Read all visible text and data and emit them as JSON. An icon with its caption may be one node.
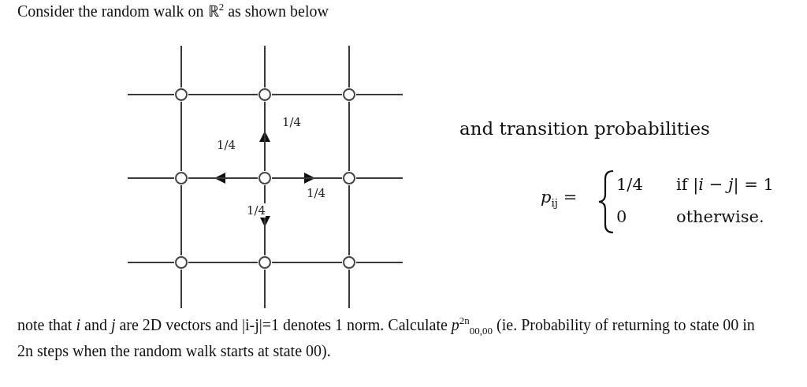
{
  "diagram": {
    "title": "Consider the random walk on ℝ$^{2}$ as shown below",
    "nodes": [
      {
        "text": [],
        "shape": "circle"
      },
      {
        "text": [],
        "shape": "circle"
      },
      {
        "text": [],
        "shape": "circle"
      },
      {
        "text": [],
        "shape": "circle"
      },
      {
        "text": [],
        "shape": "circle"
      },
      {
        "text": [],
        "shape": "circle"
      },
      {
        "text": [],
        "shape": "circle"
      },
      {
        "text": [],
        "shape": "circle"
      },
      {
        "text": [],
        "shape": "circle"
      }
    ],
    "edges": [
      {
        "from": 4,
        "to": null,
        "arrow": "to",
        "label": "1/4"
      },
      {
        "from": 4,
        "to": null,
        "arrow": "to",
        "label": "1/4"
      },
      {
        "from": 4,
        "to": null,
        "arrow": "to",
        "label": "1/4"
      },
      {
        "from": 4,
        "to": null,
        "arrow": "to",
        "label": "1/4"
      },
      {
        "from": 0,
        "to": 1,
        "arrow": "none"
      },
      {
        "from": 1,
        "to": 2,
        "arrow": "none"
      },
      {
        "from": 0,
        "to": 3,
        "arrow": "none"
      },
      {
        "from": 1,
        "to": 4,
        "arrow": "none"
      },
      {
        "from": 2,
        "to": 5,
        "arrow": "none"
      },
      {
        "from": 3,
        "to": 6,
        "arrow": "none"
      },
      {
        "from": 4,
        "to": 7,
        "arrow": "none"
      },
      {
        "from": 5,
        "to": 8,
        "arrow": "none"
      },
      {
        "from": 6,
        "to": 7,
        "arrow": "none"
      },
      {
        "from": 7,
        "to": 8,
        "arrow": "none"
      },
      {
        "from": 3,
        "to": 4,
        "arrow": "none"
      },
      {
        "from": 4,
        "to": 5,
        "arrow": "none"
      },
      {
        "from": 0,
        "to": null,
        "arrow": "none"
      },
      {
        "from": 1,
        "to": null,
        "arrow": "none"
      },
      {
        "from": 2,
        "to": null,
        "arrow": "none"
      },
      {
        "from": 0,
        "to": null,
        "arrow": "none"
      },
      {
        "from": 3,
        "to": null,
        "arrow": "none"
      },
      {
        "from": 6,
        "to": null,
        "arrow": "none"
      },
      {
        "from": 2,
        "to": null,
        "arrow": "none"
      },
      {
        "from": 5,
        "to": null,
        "arrow": "none"
      },
      {
        "from": 8,
        "to": null,
        "arrow": "none"
      },
      {
        "from": 6,
        "to": null,
        "arrow": "none"
      },
      {
        "from": 7,
        "to": null,
        "arrow": "none"
      },
      {
        "from": 8,
        "to": null,
        "arrow": "none"
      }
    ],
    "labels": [
      "and transition probabilities",
      "*p*$_{ij}$ =",
      "1/4",
      "if |*i* − *j*| = 1",
      "0",
      "otherwise."
    ],
    "caption": "note that  *i* and *j* are 2D vectors and |i-j|=1 denotes 1 norm.  Calculate *p*$^{2n}$$_{00,00}$ (ie. Probability of returning to state 00 in 2n steps when the random walk starts at state 00)."
  }
}
